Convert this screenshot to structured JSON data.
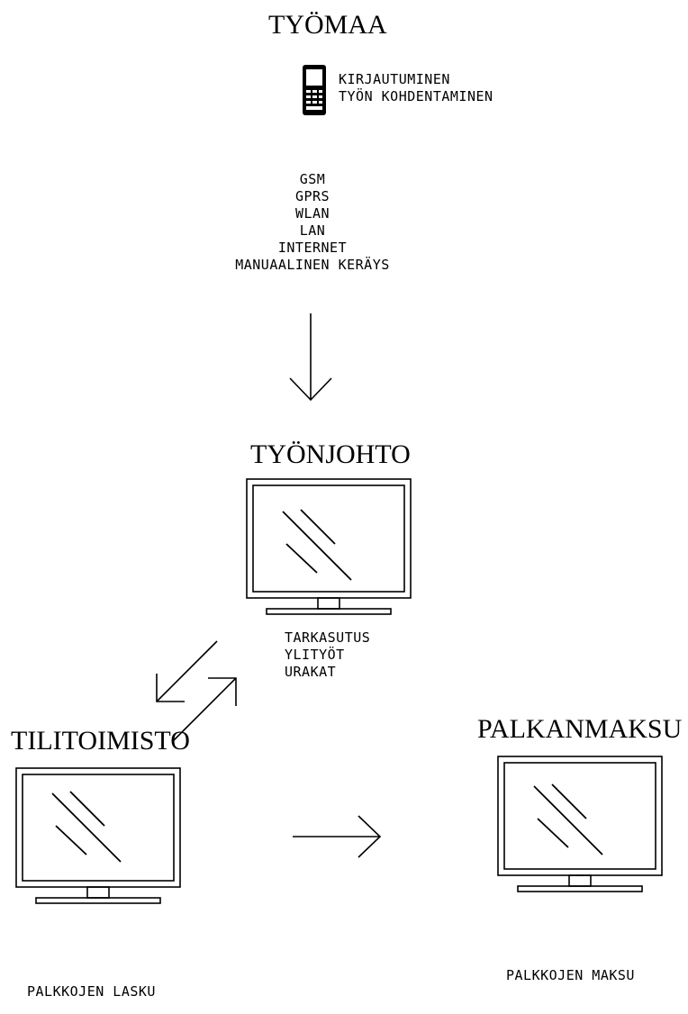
{
  "nodes": {
    "tyomaa": {
      "title": "TYÖMAA",
      "phone_lines": [
        "KIRJAUTUMINEN",
        "TYÖN KOHDENTAMINEN"
      ]
    },
    "connections": [
      "GSM",
      "GPRS",
      "WLAN",
      "LAN",
      "INTERNET",
      "MANUAALINEN KERÄYS"
    ],
    "tyonjohto": {
      "title": "TYÖNJOHTO",
      "tasks": [
        "TARKASUTUS",
        "YLITYÖT",
        "URAKAT"
      ]
    },
    "tilitoimisto": {
      "title": "TILITOIMISTO",
      "caption": "PALKKOJEN LASKU"
    },
    "palkanmaksu": {
      "title": "PALKANMAKSU",
      "caption": "PALKKOJEN MAKSU"
    }
  },
  "icons": {
    "phone": "mobile-phone-icon",
    "monitor": "computer-monitor-icon"
  }
}
